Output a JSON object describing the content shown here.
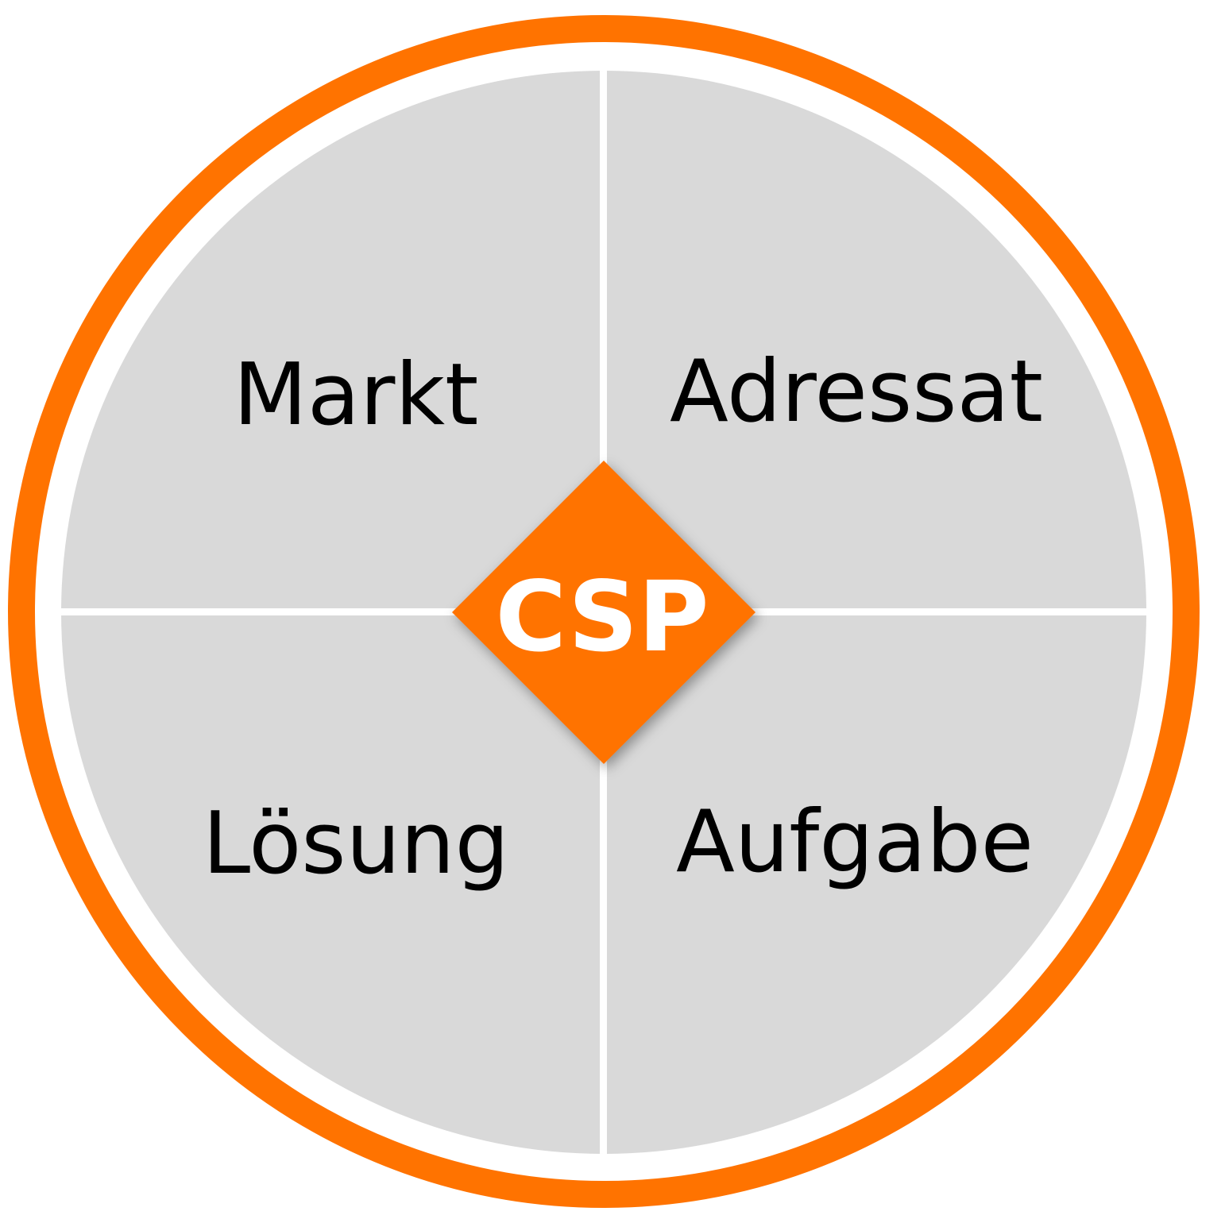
{
  "diagram": {
    "center_label": "CSP",
    "quadrants": {
      "top_left": "Markt",
      "top_right": "Adressat",
      "bottom_left": "Lösung",
      "bottom_right": "Aufgabe"
    }
  },
  "colors": {
    "accent": "#ff7300",
    "quadrant_fill": "#d9d9d9",
    "divider": "#ffffff",
    "text": "#000000",
    "center_text": "#ffffff"
  }
}
